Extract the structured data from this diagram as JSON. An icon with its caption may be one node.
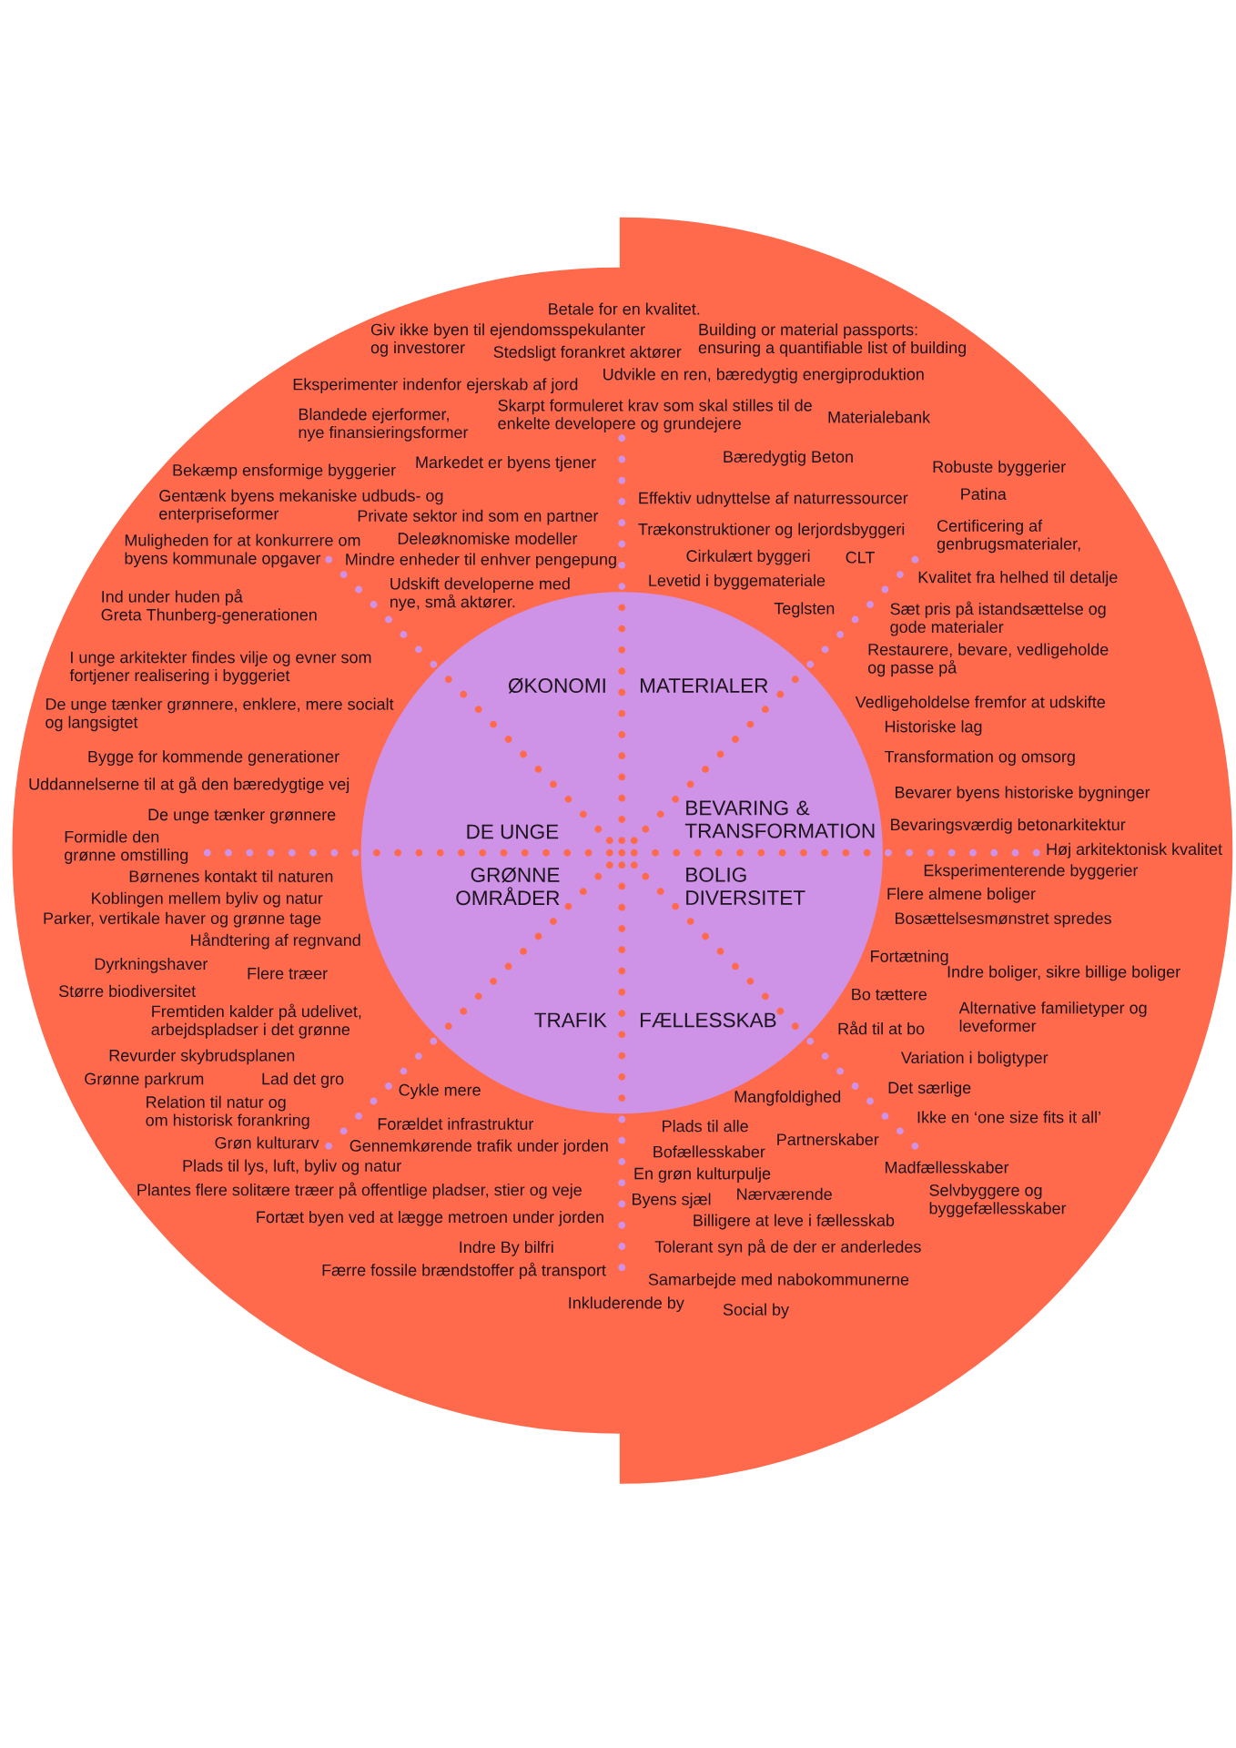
{
  "diagram": {
    "nodes": [
      {
        "text": [
          "ØKONOMI",
          "MATERIALER",
          "DE UNGE",
          "BEVARING & TRANSFORMATION",
          "GRØNNE OMRÅDER",
          "BOLIG DIVERSITET",
          "TRAFIK",
          "FÆLLESSKAB"
        ]
      }
    ],
    "labels": [
      "Betale for en kvalitet.",
      "Giv ikke byen til ejendomsspekulanter og investorer",
      "Building or material passports: ensuring a quantifiable list of building",
      "Stedsligt forankret aktører",
      "Udvikle en ren, bæredygtig energiproduktion",
      "Eksperimenter indenfor ejerskab af jord",
      "Blandede ejerformer, nye finansieringsformer",
      "Skarpt formuleret krav som skal stilles til de enkelte developere og grundejere",
      "Materialebank",
      "Bekæmp ensformige byggerier",
      "Markedet er byens tjener",
      "Bæredygtig Beton",
      "Robuste byggerier",
      "Gentænk byens mekaniske udbuds- og enterpriseformer",
      "Effektiv udnyttelse af naturressourcer",
      "Patina",
      "Private sektor ind som en partner",
      "Trækonstruktioner og lerjordsbyggeri",
      "Certificering af genbrugsmaterialer,",
      "Deleøknomiske modeller",
      "Muligheden for at konkurrere om byens kommunale opgaver",
      "Mindre enheder til enhver pengepung",
      "Cirkulært byggeri",
      "CLT",
      "Kvalitet fra helhed til detalje",
      "Udskift developerne med nye, små aktører.",
      "Levetid i byggemateriale",
      "Ind under huden på Greta Thunberg-generationen",
      "Teglsten",
      "Sæt pris på istandsættelse og gode materialer",
      "I unge arkitekter findes vilje og evner som fortjener realisering i byggeriet",
      "Restaurere, bevare, vedligeholde og passe på",
      "De unge tænker grønnere, enklere, mere socialt og langsigtet",
      "Vedligeholdelse fremfor at udskifte",
      "Historiske lag",
      "Bygge for kommende generationer",
      "Transformation og omsorg",
      "Uddannelserne til at gå den bæredygtige vej",
      "Bevarer byens historiske bygninger",
      "De unge tænker grønnere",
      "Bevaringsværdig betonarkitektur",
      "Formidle den grønne omstilling",
      "Høj arkitektonisk kvalitet",
      "Børnenes kontakt til naturen",
      "Eksperimenterende byggerier",
      "Koblingen mellem byliv og natur",
      "Flere almene boliger",
      "Parker, vertikale haver og grønne tage",
      "Bosættelsesmønstret spredes",
      "Håndtering af regnvand",
      "Fortætning",
      "Dyrkningshaver",
      "Flere træer",
      "Indre boliger, sikre billige boliger",
      "Større biodiversitet",
      "Bo tættere",
      "Fremtiden kalder på udelivet, arbejdspladser i det grønne",
      "Alternative familietyper og leveformer",
      "Råd til at bo",
      "Revurder skybrudsplanen",
      "Variation i boligtyper",
      "Grønne parkrum",
      "Lad det gro",
      "Cykle mere",
      "Det særlige",
      "Mangfoldighed",
      "Relation til natur og om historisk forankring",
      "Ikke en ‘one size fits it all’",
      "Forældet infrastruktur",
      "Plads til alle",
      "Grøn kulturarv",
      "Gennemkørende trafik under jorden",
      "Bofællesskaber",
      "Partnerskaber",
      "Plads til lys, luft, byliv og natur",
      "Madfællesskaber",
      "En grøn kulturpulje",
      "Plantes flere solitære træer på offentlige pladser, stier og veje",
      "Selvbyggere og byggefællesskaber",
      "Nærværende",
      "Byens sjæl",
      "Fortæt byen ved at lægge metroen under jorden",
      "Billigere at leve i fællesskab",
      "Indre By bilfri",
      "Tolerant syn på de der er anderledes",
      "Færre fossile brændstoffer på transport",
      "Samarbejde med nabokommunerne",
      "Inkluderende by",
      "Social by"
    ]
  }
}
